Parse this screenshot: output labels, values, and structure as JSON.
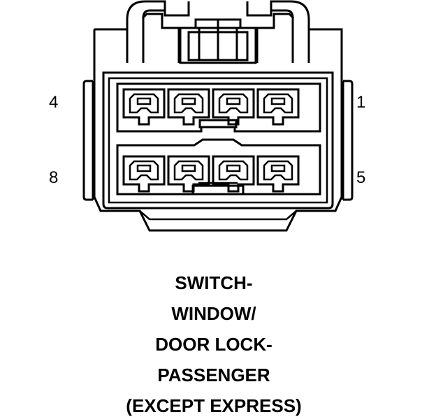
{
  "pin_labels": {
    "top_left": "4",
    "top_right": "1",
    "bottom_left": "8",
    "bottom_right": "5"
  },
  "caption": [
    "SWITCH-",
    "WINDOW/",
    "DOOR LOCK-",
    "PASSENGER",
    "(EXCEPT EXPRESS)"
  ],
  "colors": {
    "line": "#000000",
    "background": "#ffffff"
  }
}
